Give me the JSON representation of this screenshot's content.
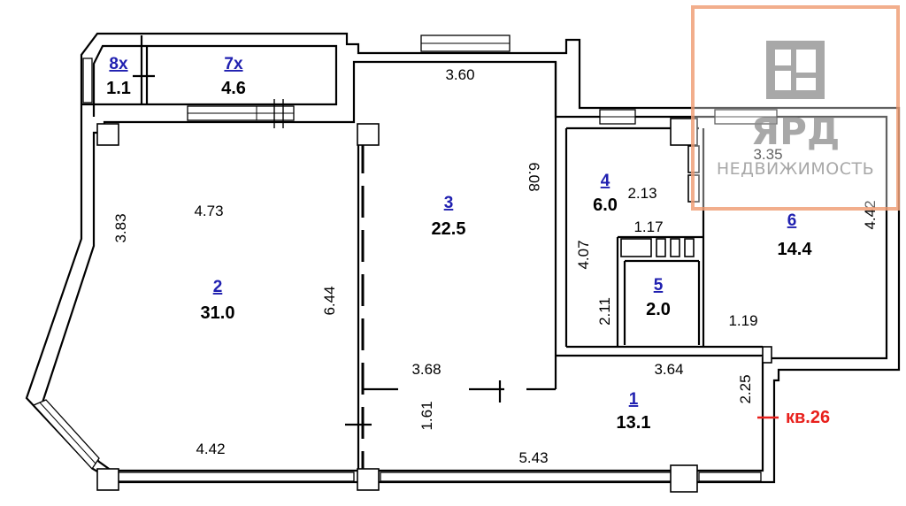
{
  "rooms": [
    {
      "id": "r1",
      "number": "1",
      "area": "13.1"
    },
    {
      "id": "r2",
      "number": "2",
      "area": "31.0"
    },
    {
      "id": "r3",
      "number": "3",
      "area": "22.5"
    },
    {
      "id": "r4",
      "number": "4",
      "area": "6.0"
    },
    {
      "id": "r5",
      "number": "5",
      "area": "2.0"
    },
    {
      "id": "r6",
      "number": "6",
      "area": "14.4"
    },
    {
      "id": "r7",
      "number": "7х",
      "area": "4.6"
    },
    {
      "id": "r8",
      "number": "8х",
      "area": "1.1"
    }
  ],
  "dimensions": {
    "d360": "3.60",
    "d608": "6.08",
    "d473": "4.73",
    "d383": "3.83",
    "d644": "6.44",
    "d368": "3.68",
    "d161": "1.61",
    "d442b": "4.42",
    "d543": "5.43",
    "d213": "2.13",
    "d117": "1.17",
    "d407": "4.07",
    "d211": "2.11",
    "d364": "3.64",
    "d225": "2.25",
    "d119": "1.19",
    "d335": "3.35",
    "d442r": "4.42"
  },
  "apartment_label": "кв.26",
  "logo": {
    "name": "ЯРД",
    "subtitle": "НЕДВИЖИМОСТЬ",
    "frame_color": "#f0a078",
    "text_color": "#9a9a9a"
  },
  "colors": {
    "room_number": "#2020b0",
    "apartment_label": "#e8201c",
    "walls": "#000000"
  }
}
